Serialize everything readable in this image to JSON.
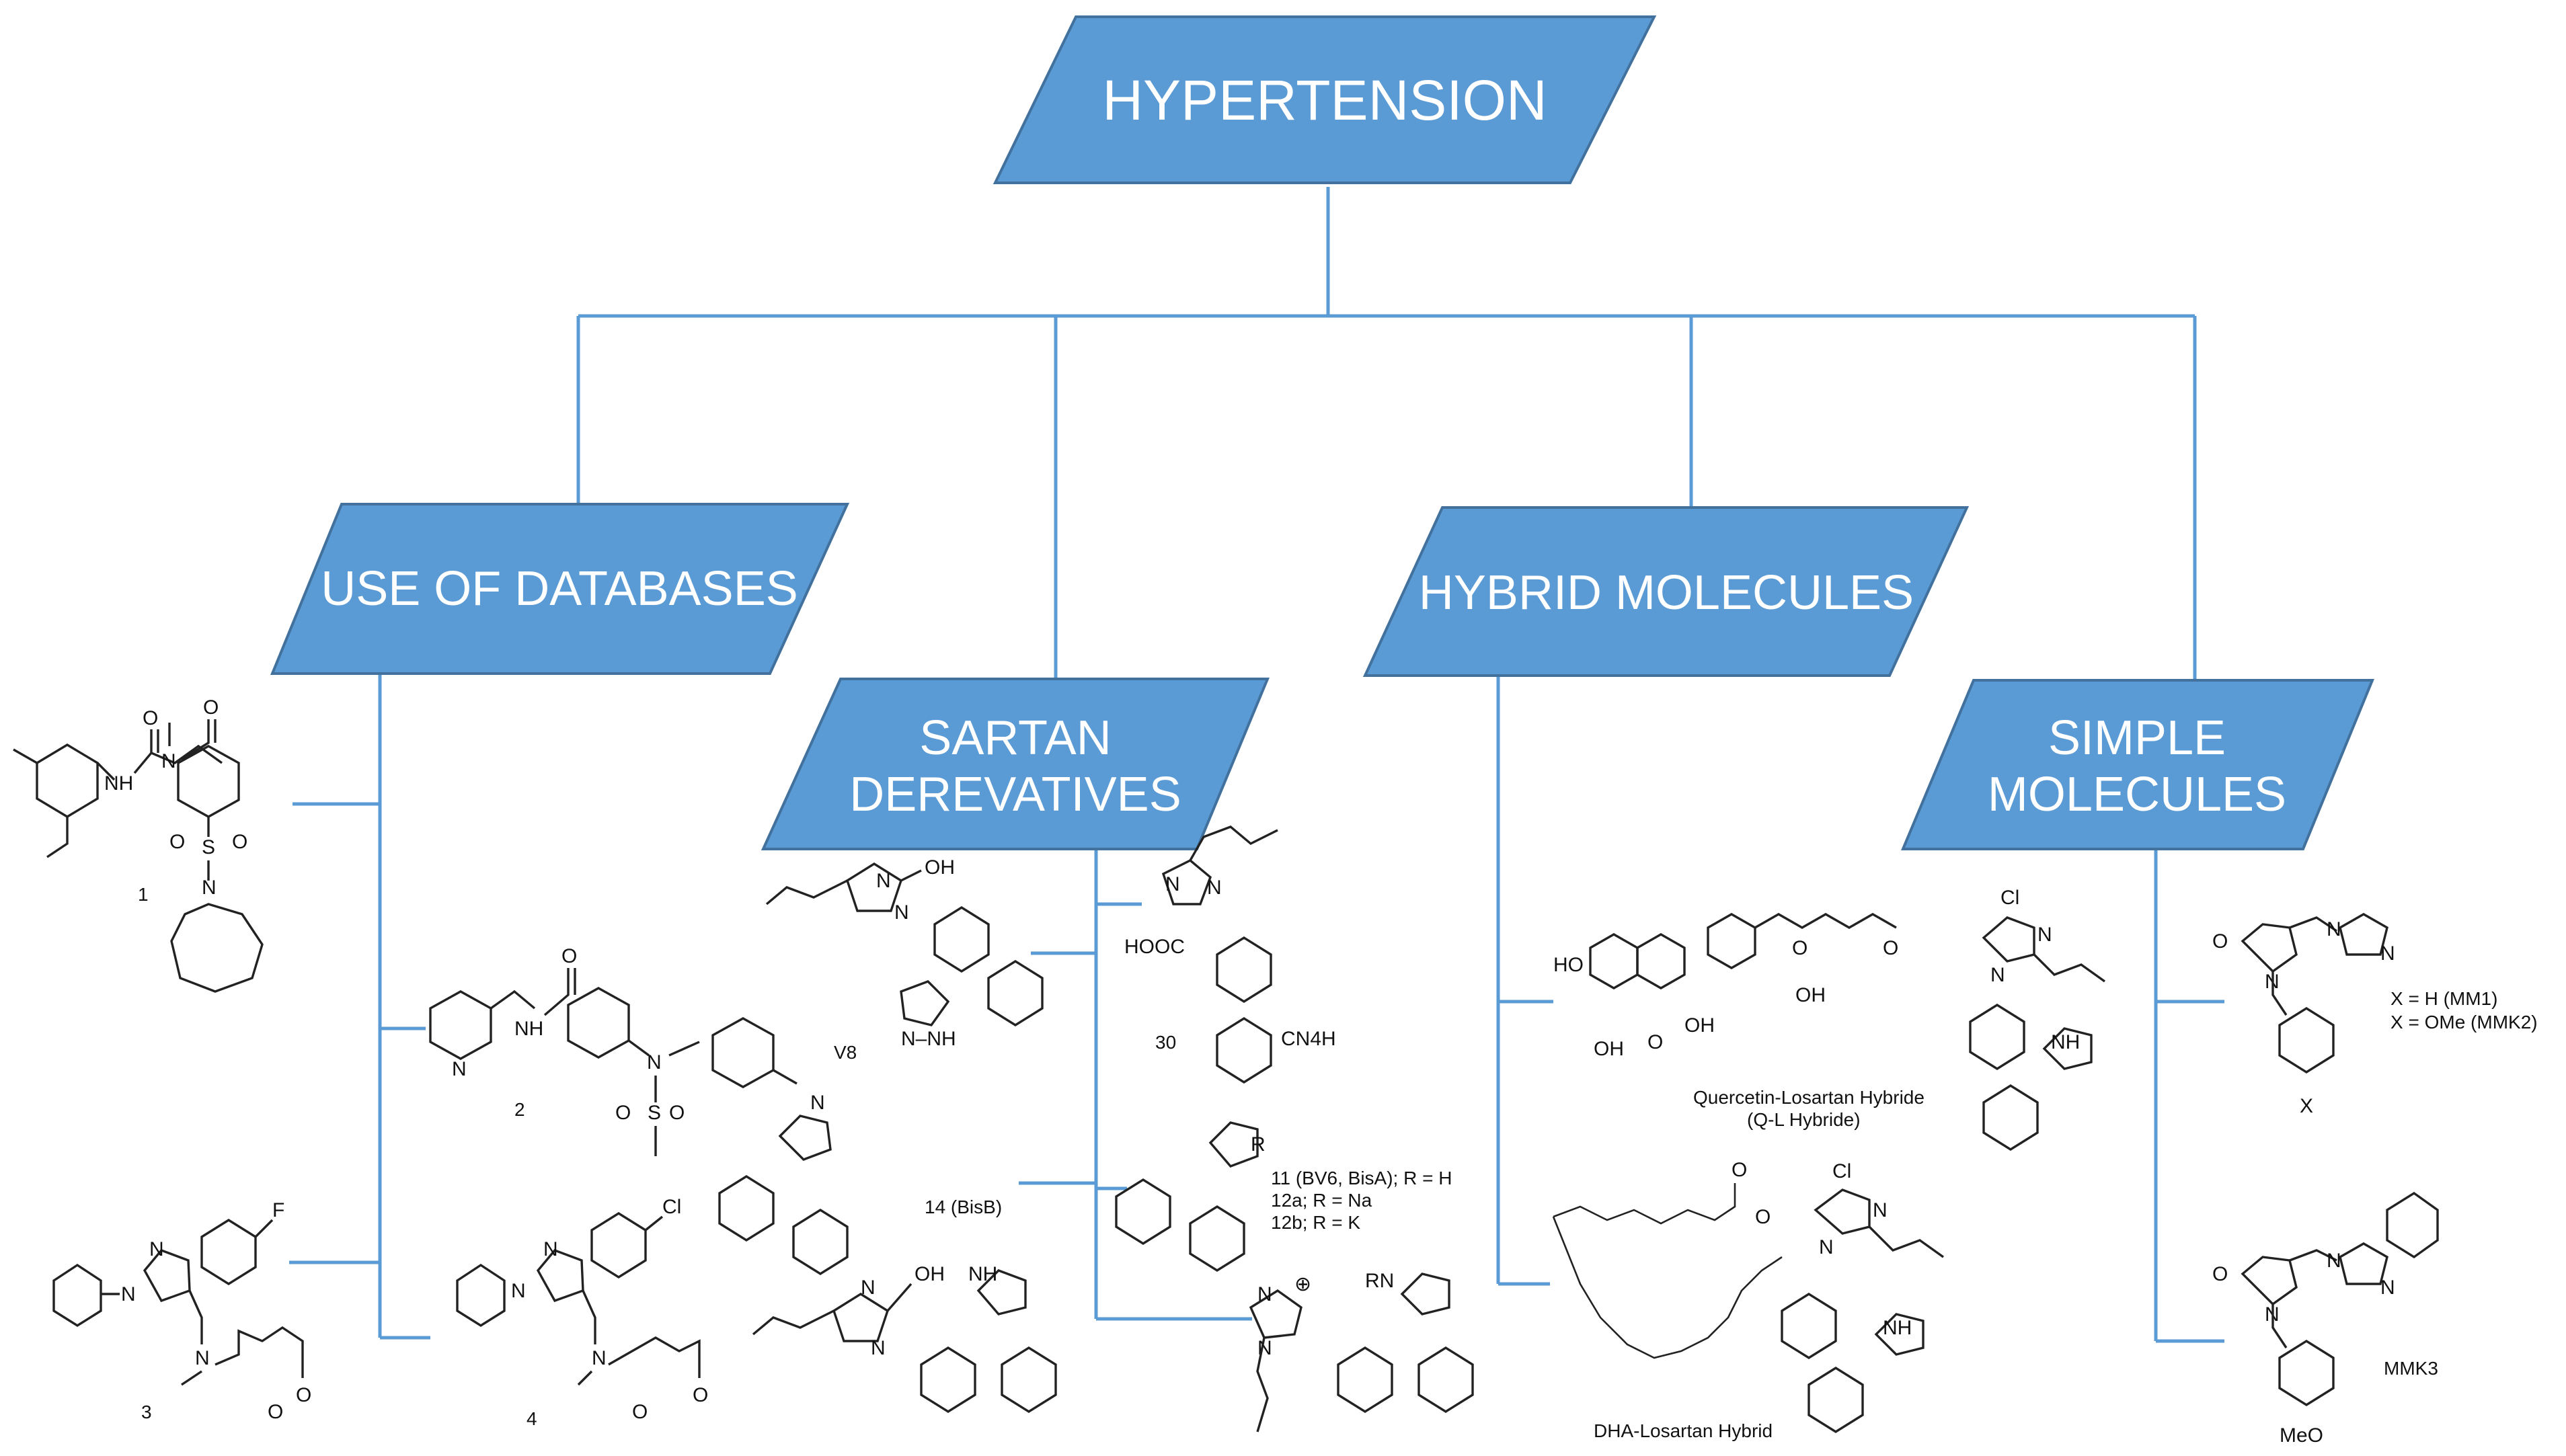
{
  "colors": {
    "box_fill": "#5b9bd5",
    "box_stroke": "#41719c",
    "connector": "#5b9bd5",
    "text_on_box": "#ffffff"
  },
  "root": {
    "label": "HYPERTENSION"
  },
  "categories": {
    "databases": {
      "line1": "USE OF DATABASES"
    },
    "sartan": {
      "line1": "SARTAN",
      "line2": "DEREVATIVES"
    },
    "hybrid": {
      "line1": "HYBRID MOLECULES"
    },
    "simple": {
      "line1": "SIMPLE",
      "line2": "MOLECULES"
    }
  },
  "compounds": {
    "c1": "1",
    "c2": "2",
    "c3": "3",
    "c4": "4",
    "v8": "V8",
    "c30": "30",
    "c14": "14 (BisB)",
    "c11_line1": "11 (BV6, BisA); R = H",
    "c11_line2": "12a; R = Na",
    "c11_line3": "12b; R = K",
    "ql_line1": "Quercetin-Losartan Hybride",
    "ql_line2": "(Q-L Hybride)",
    "dha": "DHA-Losartan Hybrid",
    "mm_line1": "X = H (MM1)",
    "mm_line2": "X = OMe (MMK2)",
    "mmk3": "MMK3"
  },
  "atoms": {
    "nh": "NH",
    "n": "N",
    "o": "O",
    "s": "S",
    "f": "F",
    "cl": "Cl",
    "oh": "OH",
    "ho": "HO",
    "hooc": "HOOC",
    "cn4h": "CN4H",
    "nnh": "N–NH",
    "x": "X",
    "meo": "MeO",
    "r": "R",
    "rn": "RN",
    "plus": "⊕"
  }
}
